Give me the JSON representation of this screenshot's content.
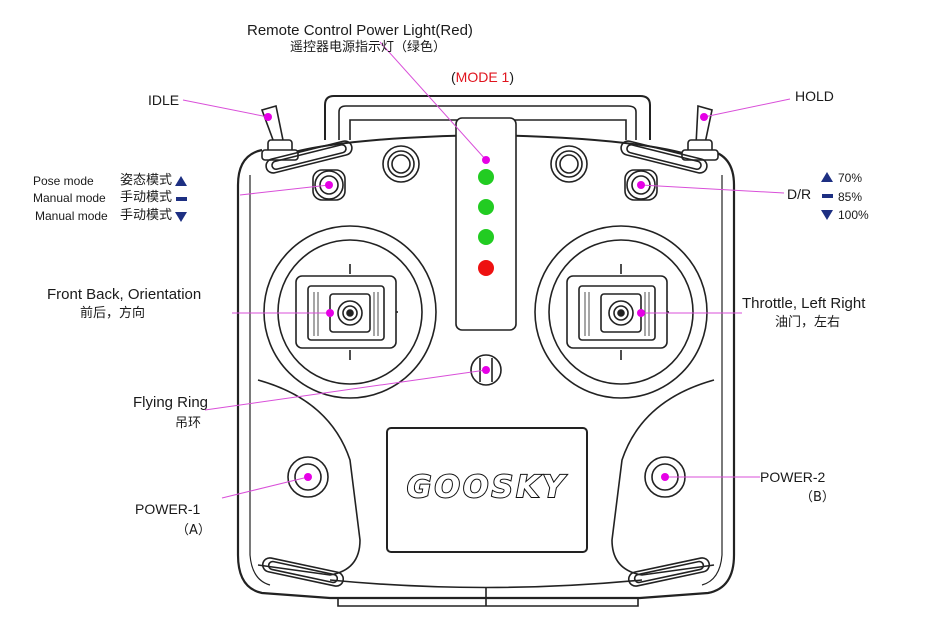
{
  "labels": {
    "power_light_en": "Remote Control Power Light(Red)",
    "power_light_cn": "遥控器电源指示灯（绿色）",
    "mode_open": "(",
    "mode_text": "MODE 1",
    "mode_close": ")",
    "idle": "IDLE",
    "hold": "HOLD",
    "pose_mode_en": "Pose mode",
    "pose_mode_cn": "姿态模式",
    "manual_mode_1_en": "Manual mode",
    "manual_mode_1_cn": "手动模式",
    "manual_mode_2_en": "Manual mode",
    "manual_mode_2_cn": "手动模式",
    "dr": "D/R",
    "dr_70": "70%",
    "dr_85": "85%",
    "dr_100": "100%",
    "front_back_en": "Front Back, Orientation",
    "front_back_cn": "前后，方向",
    "throttle_en": "Throttle, Left Right",
    "throttle_cn": "油门，左右",
    "flying_ring_en": "Flying Ring",
    "flying_ring_cn": "吊环",
    "power1_en": "POWER-1",
    "power1_cn": "（A）",
    "power2_en": "POWER-2",
    "power2_cn": "（B）",
    "brand": "GOOSKY"
  },
  "colors": {
    "marker": "#e600e6",
    "leader": "#d94fd9",
    "led_green": "#22cc22",
    "led_red": "#ee1111",
    "mode_red": "#e0141e",
    "indicator_blue": "#1d2f82"
  },
  "icons": {
    "pose_mode": "triangle-up-icon",
    "manual_mode_1": "dash-icon",
    "manual_mode_2": "triangle-down-icon",
    "dr_70": "triangle-up-icon",
    "dr_85": "dash-icon",
    "dr_100": "triangle-down-icon"
  }
}
